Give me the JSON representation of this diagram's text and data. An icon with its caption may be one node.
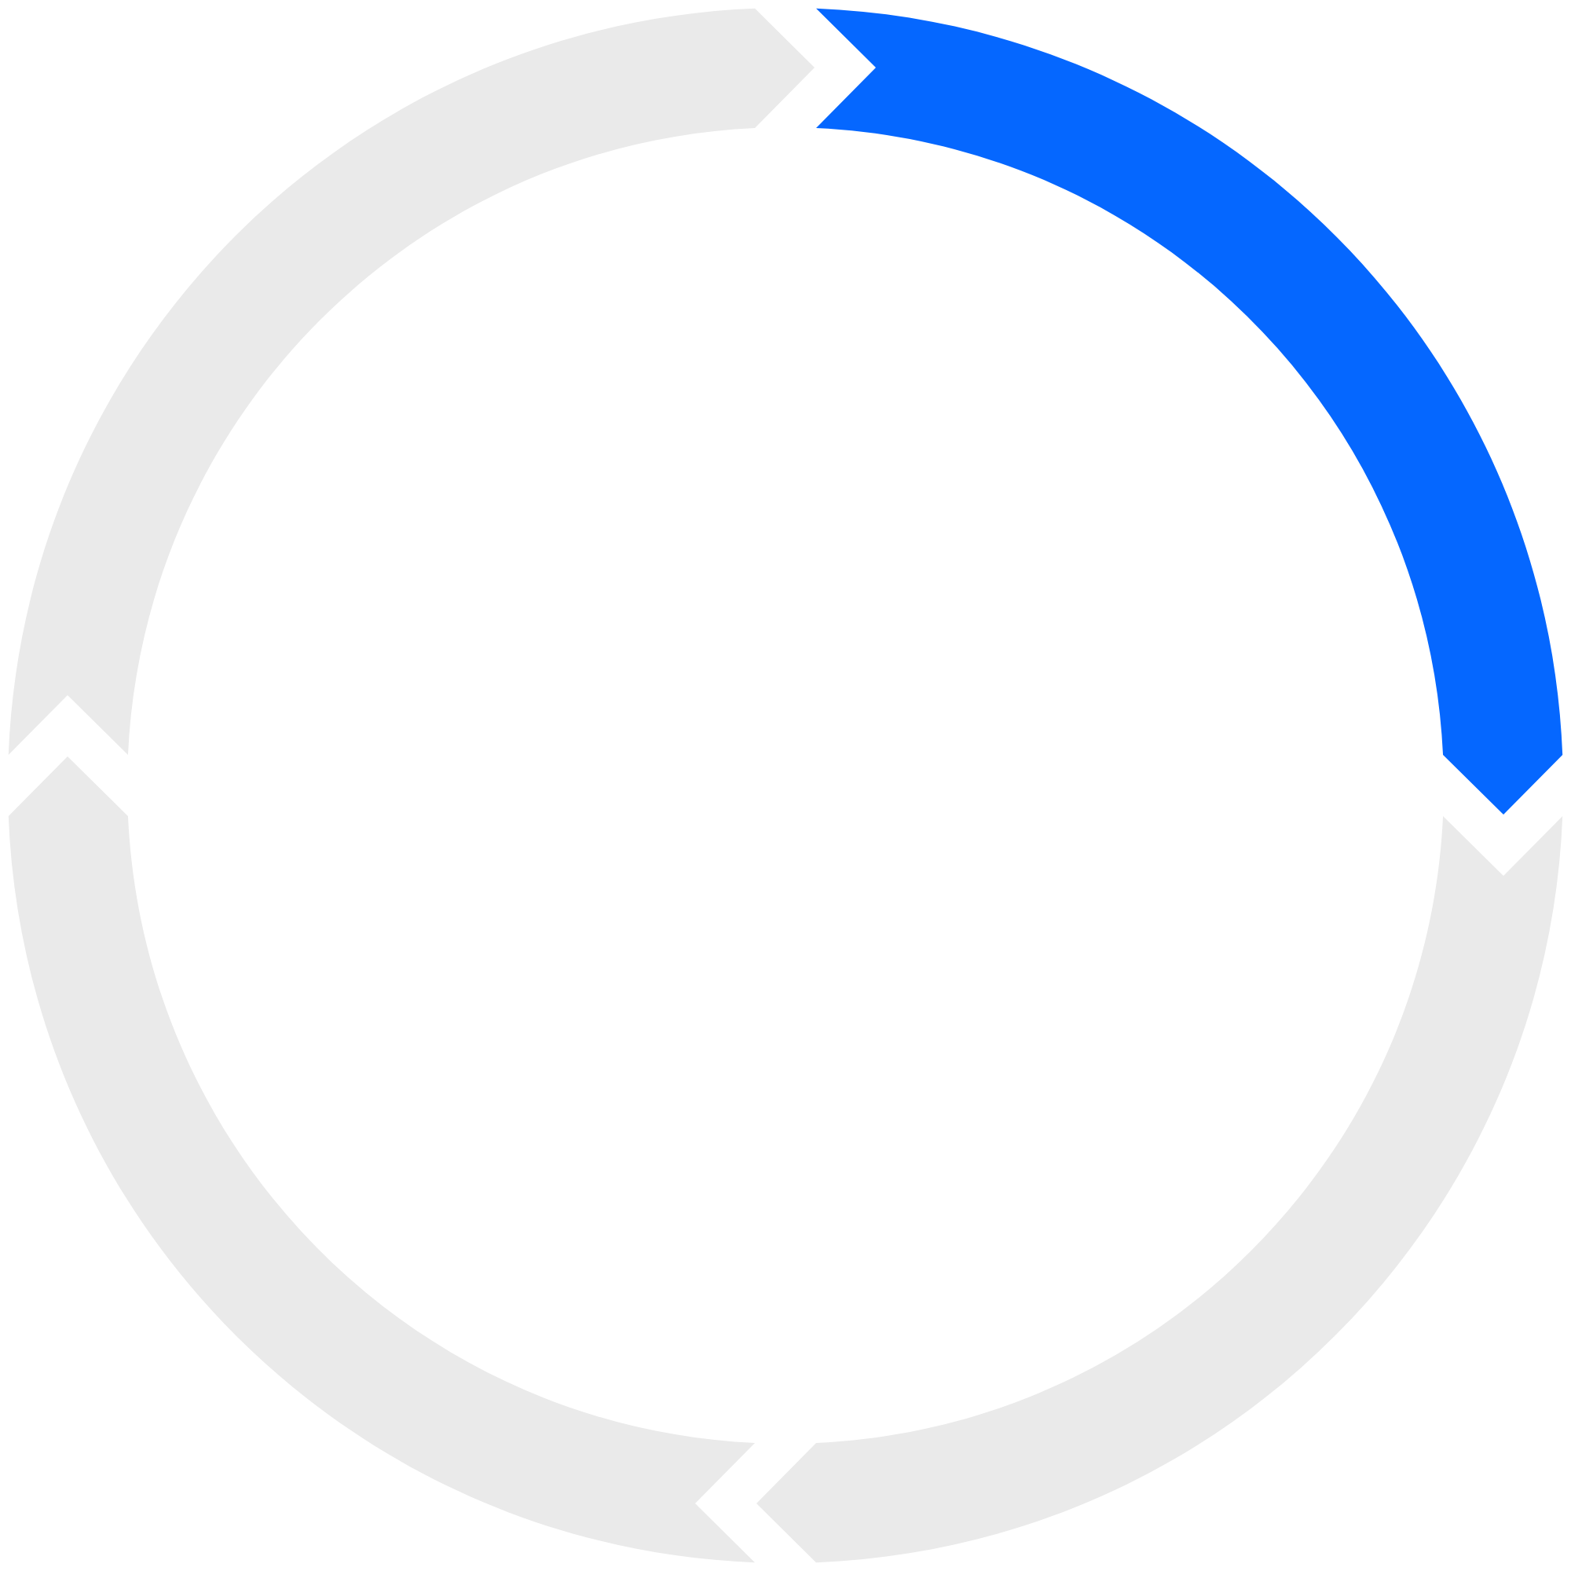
{
  "diagram": {
    "nodes": [
      {
        "text": [],
        "shape": "arc"
      },
      {
        "text": [],
        "shape": "arc"
      },
      {
        "text": [],
        "shape": "arc"
      },
      {
        "text": [],
        "shape": "arc"
      }
    ]
  }
}
